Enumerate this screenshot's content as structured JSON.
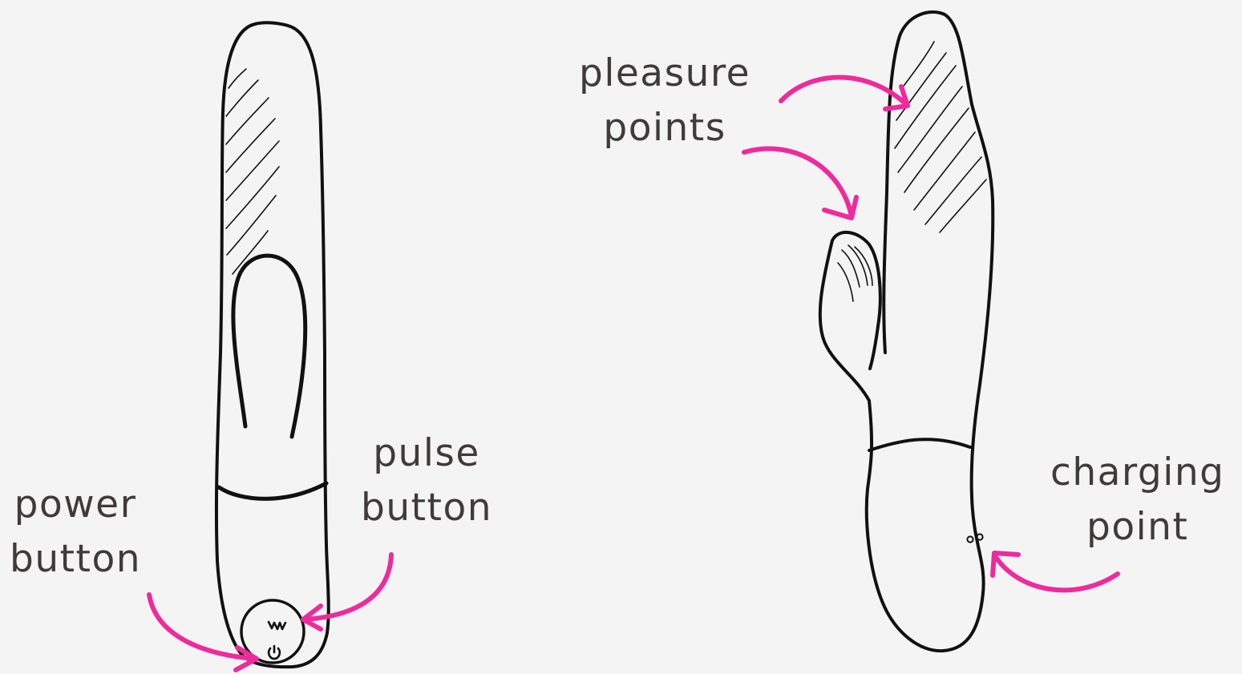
{
  "colors": {
    "background": "#f4f4f4",
    "outline": "#111111",
    "arrow": "#ee2b9c",
    "label_text": "#413a3a"
  },
  "labels": {
    "power_button": {
      "line1": "power",
      "line2": "button"
    },
    "pulse_button": {
      "line1": "pulse",
      "line2": "button"
    },
    "pleasure_points": {
      "line1": "pleasure",
      "line2": "points"
    },
    "charging_point": {
      "line1": "charging",
      "line2": "point"
    }
  },
  "icons": {
    "pulse": "wave-icon",
    "power": "power-icon"
  }
}
